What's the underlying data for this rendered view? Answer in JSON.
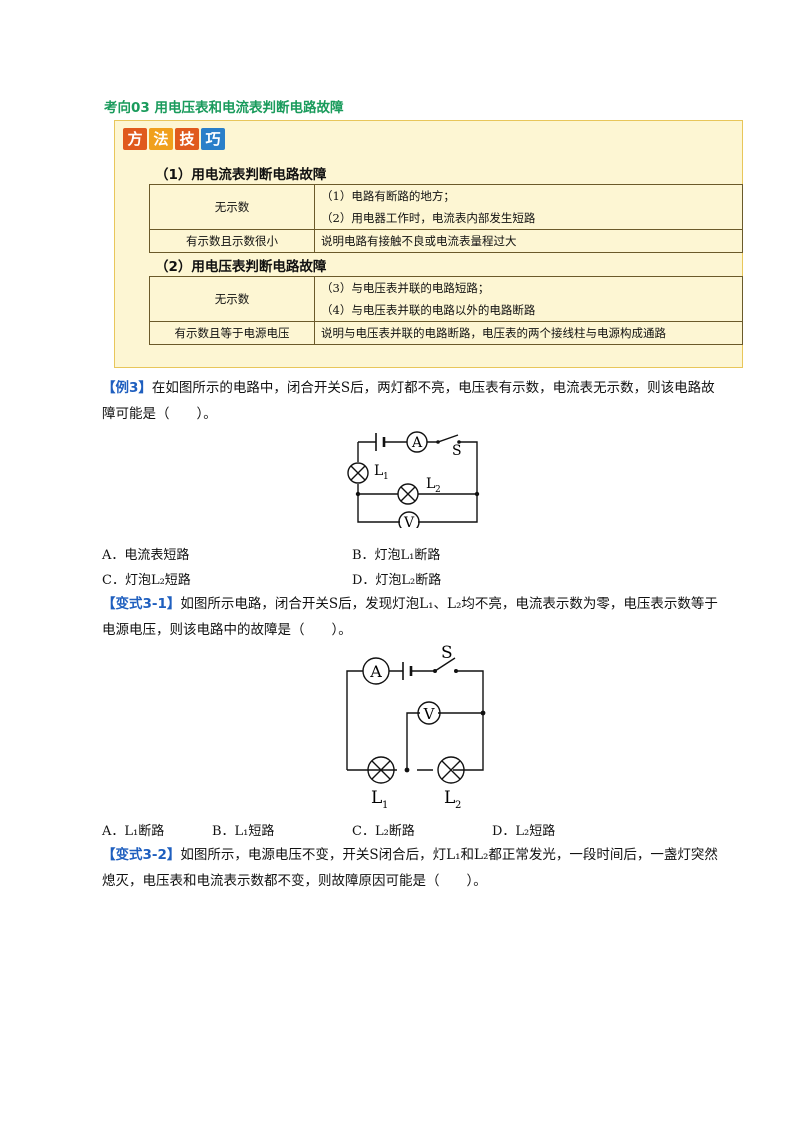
{
  "heading": "考向03  用电压表和电流表判断电路故障",
  "tips_badge": [
    "方",
    "法",
    "技",
    "巧"
  ],
  "section1": {
    "title": "（1）用电流表判断电路故障",
    "rows": [
      {
        "condition": "无示数",
        "lines": [
          "（1）电路有断路的地方；",
          "（2）用电器工作时，电流表内部发生短路"
        ]
      },
      {
        "condition": "有示数且示数很小",
        "lines": [
          "说明电路有接触不良或电流表量程过大"
        ]
      }
    ]
  },
  "section2": {
    "title": "（2）用电压表判断电路故障",
    "rows": [
      {
        "condition": "无示数",
        "lines": [
          "（3）与电压表并联的电路短路；",
          "（4）与电压表并联的电路以外的电路断路"
        ]
      },
      {
        "condition": "有示数且等于电源电压",
        "lines": [
          "说明与电压表并联的电路断路，电压表的两个接线柱与电源构成通路"
        ]
      }
    ]
  },
  "example3": {
    "tag": "【例3】",
    "text": "在如图所示的电路中，闭合开关S后，两灯都不亮，电压表有示数，电流表无示数，则该电路故障可能是（　　）。",
    "options": [
      "A．电流表短路",
      "B．灯泡L₁断路",
      "C．灯泡L₂短路",
      "D．灯泡L₂断路"
    ]
  },
  "variant3_1": {
    "tag": "【变式3-1】",
    "text": "如图所示电路，闭合开关S后，发现灯泡L₁、L₂均不亮，电流表示数为零，电压表示数等于电源电压，则该电路中的故障是（　　）。",
    "options": [
      "A．L₁断路",
      "B．L₁短路",
      "C．L₂断路",
      "D．L₂短路"
    ]
  },
  "variant3_2": {
    "tag": "【变式3-2】",
    "text": "如图所示，电源电压不变，开关S闭合后，灯L₁和L₂都正常发光，一段时间后，一盏灯突然熄灭，电压表和电流表示数都不变，则故障原因可能是（　　）。"
  },
  "circuit1": {
    "ammeter": "A",
    "voltmeter": "V",
    "switch": "S",
    "lamp1": "L",
    "lamp1_sub": "1",
    "lamp2": "L",
    "lamp2_sub": "2"
  },
  "circuit2": {
    "ammeter": "A",
    "voltmeter": "V",
    "switch": "S",
    "lamp1": "L",
    "lamp1_sub": "1",
    "lamp2": "L",
    "lamp2_sub": "2"
  }
}
